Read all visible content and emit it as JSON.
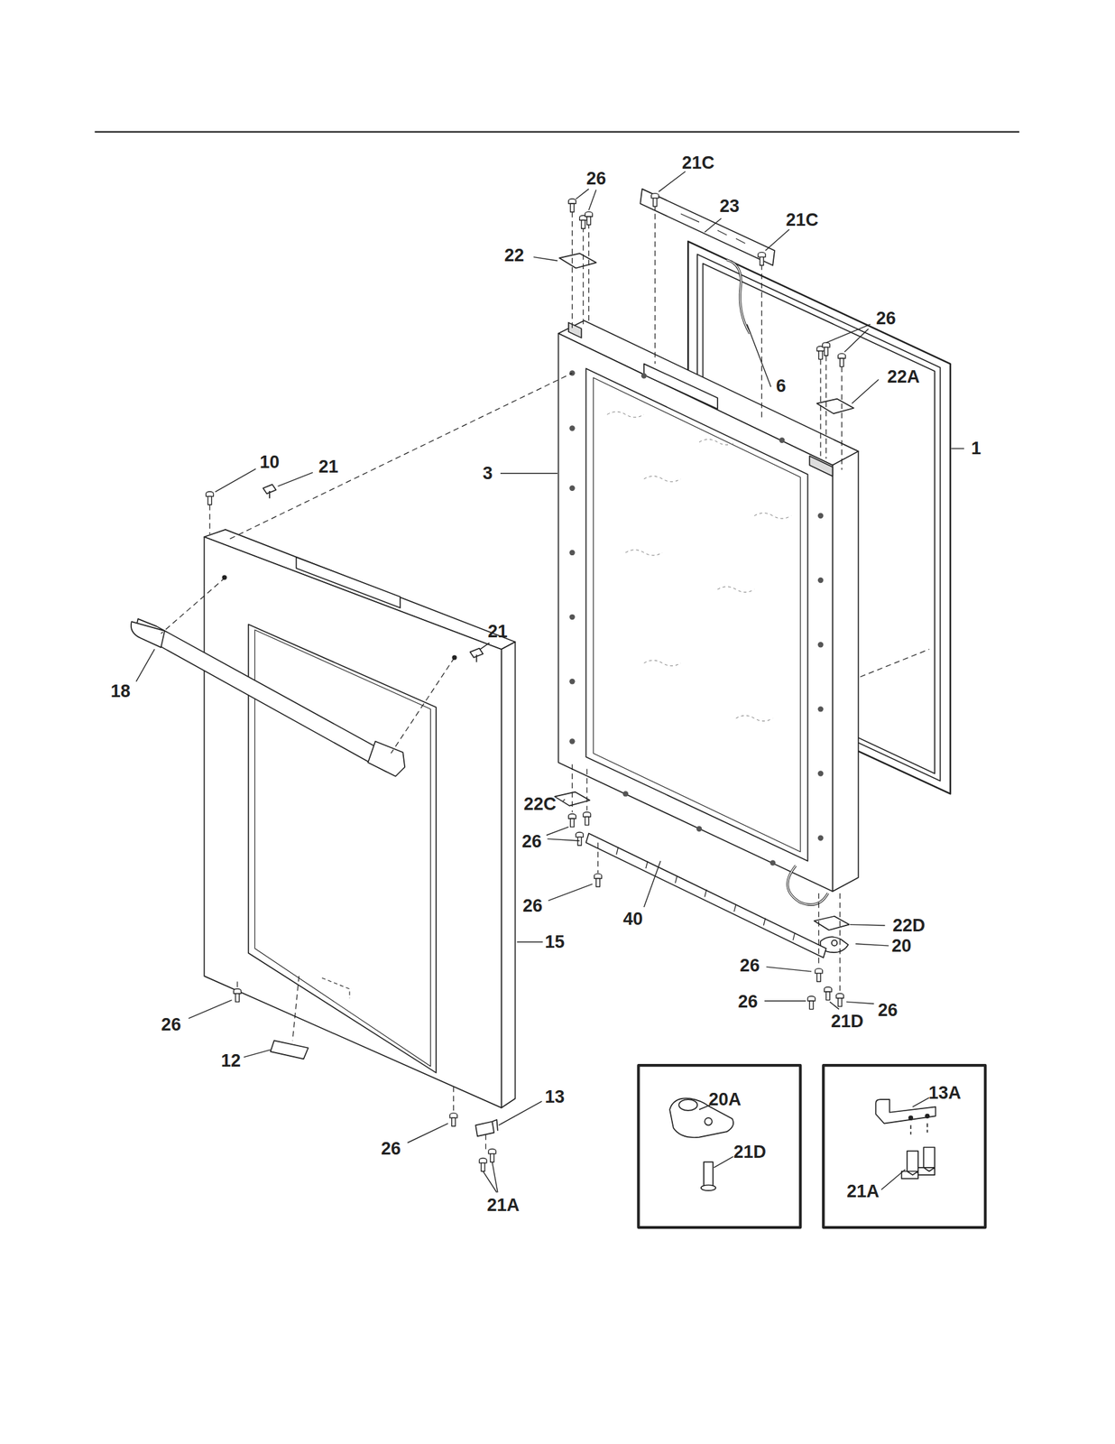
{
  "diagram": {
    "labels": [
      "26",
      "21C",
      "23",
      "21C",
      "22",
      "26",
      "22A",
      "6",
      "1",
      "10",
      "21",
      "3",
      "21",
      "18",
      "22C",
      "26",
      "26",
      "40",
      "22D",
      "20",
      "26",
      "26",
      "21D",
      "26",
      "15",
      "26",
      "12",
      "13",
      "26",
      "21A",
      "20A",
      "21D",
      "13A",
      "21A"
    ]
  }
}
